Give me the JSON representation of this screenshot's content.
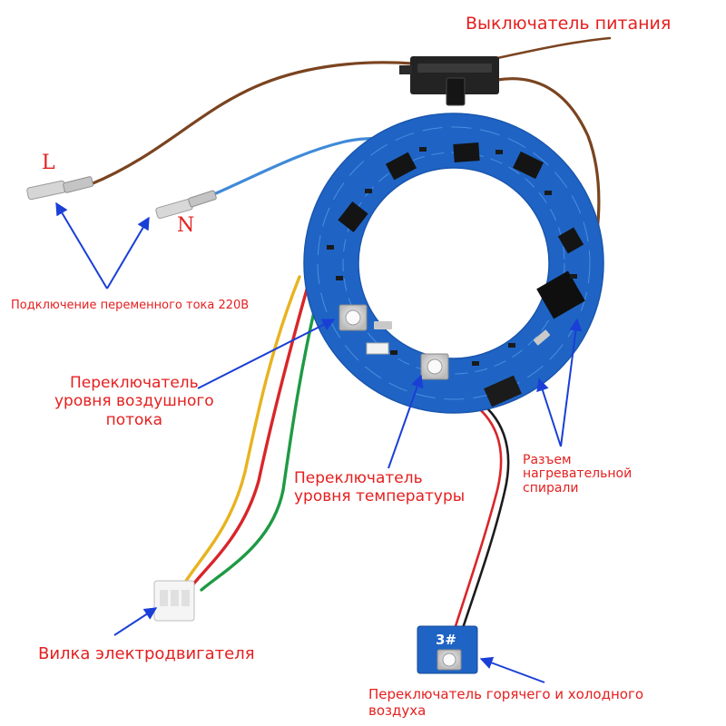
{
  "labels": {
    "power_switch": "Выключатель питания",
    "line": "L",
    "neutral": "N",
    "ac_connection": "Подключение переменного тока 220В",
    "airflow_switch": "Переключатель\nуровня воздушного\nпотока",
    "temperature_switch": "Переключатель\nуровня температуры",
    "heating_coil_connector": "Разъем\nнагревательной\nспирали",
    "motor_plug": "Вилка электродвигателя",
    "hot_cold_switch": "Переключатель горячего и холодного\nвоздуха"
  },
  "colors": {
    "annotation_text": "#e51f1f",
    "arrow": "#1a3fd6",
    "pcb": "#1f64c4",
    "brown_wire": "#7a4420",
    "blue_wire": "#3f8ad8"
  }
}
